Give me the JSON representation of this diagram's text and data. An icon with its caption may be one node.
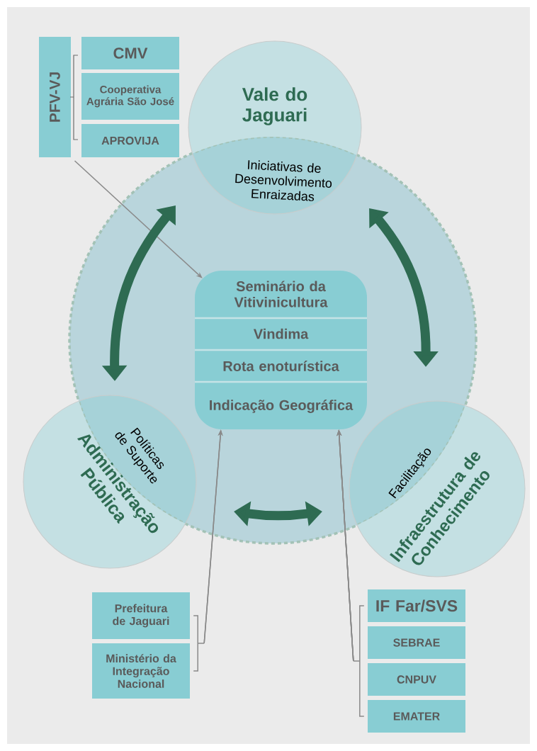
{
  "diagram": {
    "nodes": [
      {
        "text": [],
        "shape": "circle"
      },
      {
        "text": [
          "Vale do Jaguari",
          "Iniciativas de Desenvolvimento Enraizadas"
        ]
      },
      {
        "text": [
          "Administração Pública",
          "Políticas de Suporte"
        ]
      },
      {
        "text": [
          "Infraestrutura de Conhecimento",
          "Facilitação"
        ]
      },
      {
        "text": [],
        "shape": "box",
        "in": 0
      },
      {
        "text": [
          "Seminário da Vitivinicultura"
        ],
        "in": 4
      },
      {
        "text": [
          "Vindima"
        ],
        "in": 4
      },
      {
        "text": [
          "Rota enoturística"
        ],
        "in": 4
      },
      {
        "text": [
          "Indicação Geográfica"
        ],
        "in": 4
      },
      {
        "text": [
          "PFV-VJ"
        ]
      },
      {
        "text": [
          "CMV"
        ]
      },
      {
        "text": [
          "Cooperativa Agrária São José"
        ]
      },
      {
        "text": [
          "APROVIJA"
        ]
      },
      {
        "text": [
          "Prefeitura de Jaguari"
        ]
      },
      {
        "text": [
          "Ministério da Integração Nacional"
        ]
      },
      {
        "text": [
          "IF Far/SVS"
        ]
      },
      {
        "text": [
          "SEBRAE"
        ]
      },
      {
        "text": [
          "CNPUV"
        ]
      },
      {
        "text": [
          "EMATER"
        ]
      }
    ],
    "edges": [
      {
        "from": 9,
        "to": 4,
        "arrow": "to"
      },
      {
        "from": 13,
        "to": 4,
        "arrow": "to"
      },
      {
        "from": 14,
        "to": 4,
        "arrow": "to"
      },
      {
        "from": 15,
        "to": 4,
        "arrow": "to"
      },
      {
        "from": 16,
        "to": 4,
        "arrow": "to"
      },
      {
        "from": 17,
        "to": 4,
        "arrow": "to"
      },
      {
        "from": 18,
        "to": 4,
        "arrow": "to"
      },
      {
        "from": 2,
        "to": 1,
        "arrow": "both",
        "style": "thick",
        "color": "#2e6b52"
      },
      {
        "from": 1,
        "to": 3,
        "arrow": "both",
        "style": "thick",
        "color": "#2e6b52"
      },
      {
        "from": 2,
        "to": 3,
        "arrow": "both",
        "style": "thick",
        "color": "#2e6b52"
      }
    ]
  }
}
